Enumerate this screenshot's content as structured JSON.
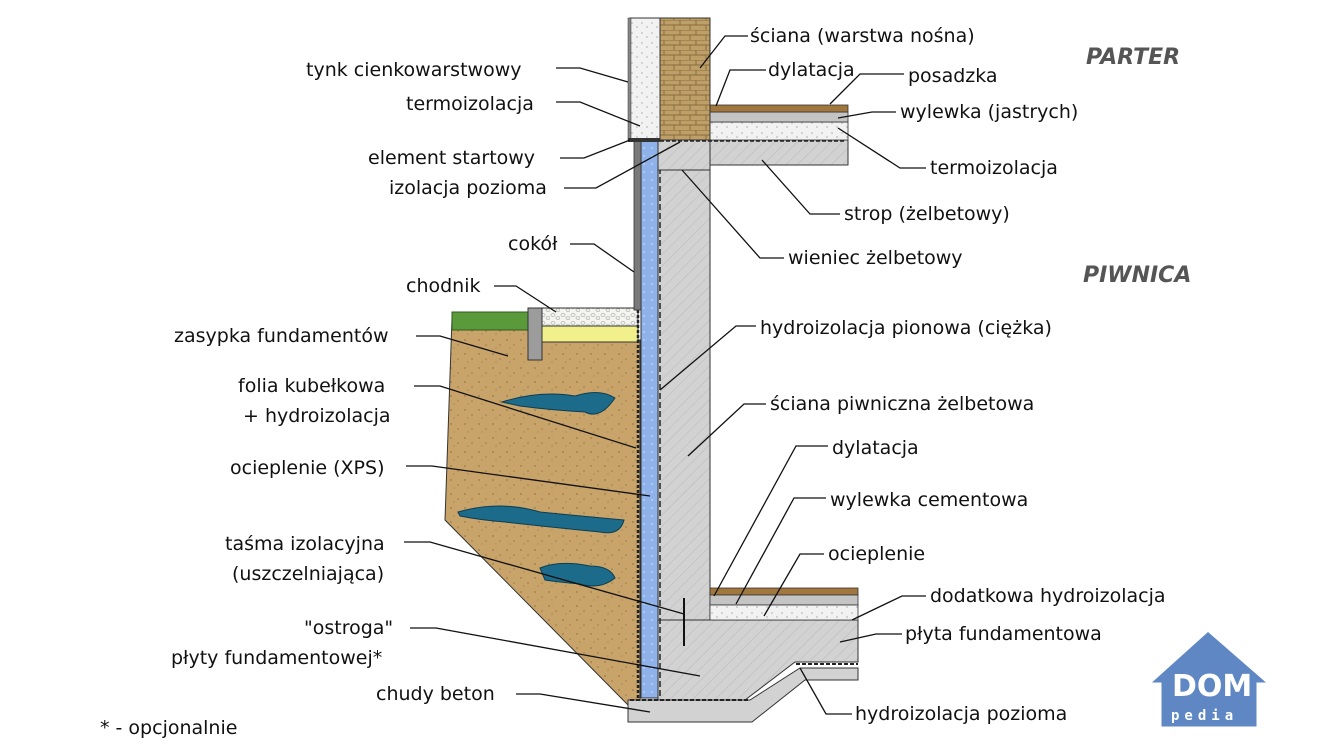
{
  "sections": {
    "upper": "PARTER",
    "lower": "PIWNICA"
  },
  "labels": {
    "sciana_nosna": "ściana (warstwa nośna)",
    "dylatacja_top": "dylatacja",
    "posadzka": "posadzka",
    "wylewka_jastrych": "wylewka (jastrych)",
    "termoizolacja_right": "termoizolacja",
    "strop": "strop (żelbetowy)",
    "wieniec": "wieniec żelbetowy",
    "hydro_pion": "hydroizolacja pionowa (ciężka)",
    "sciana_piwniczna": "ściana piwniczna żelbetowa",
    "dylatacja_bottom": "dylatacja",
    "wylewka_cementowa": "wylewka cementowa",
    "ocieplenie": "ocieplenie",
    "dodatkowa_hydro": "dodatkowa hydroizolacja",
    "plyta": "płyta fundamentowa",
    "hydro_pozioma_bottom": "hydroizolacja pozioma",
    "tynk": "tynk cienkowarstwowy",
    "termoizolacja_left": "termoizolacja",
    "element_startowy": "element startowy",
    "izolacja_pozioma": "izolacja pozioma",
    "cokol": "cokół",
    "chodnik": "chodnik",
    "zasypka": "zasypka fundamentów",
    "folia_1": "folia kubełkowa",
    "folia_2": "+ hydroizolacja",
    "xps": "ocieplenie (XPS)",
    "tasma_1": "taśma izolacyjna",
    "tasma_2": "(uszczelniająca)",
    "ostroga_1": "\"ostroga\"",
    "ostroga_2": "płyty fundamentowej*",
    "chudy": "chudy beton",
    "footnote": "* - opcjonalnie"
  },
  "logo": {
    "title": "DOM",
    "subtitle": "pedia"
  },
  "colors": {
    "concrete": "#d2d2d2",
    "soil": "#c9a46a",
    "xps": "#8fb2ea",
    "water": "#1d6b8a",
    "sand": "#f1f08a",
    "grass": "#5a9a3a",
    "brick": "#b89a62",
    "logo": "#5e87c4"
  }
}
